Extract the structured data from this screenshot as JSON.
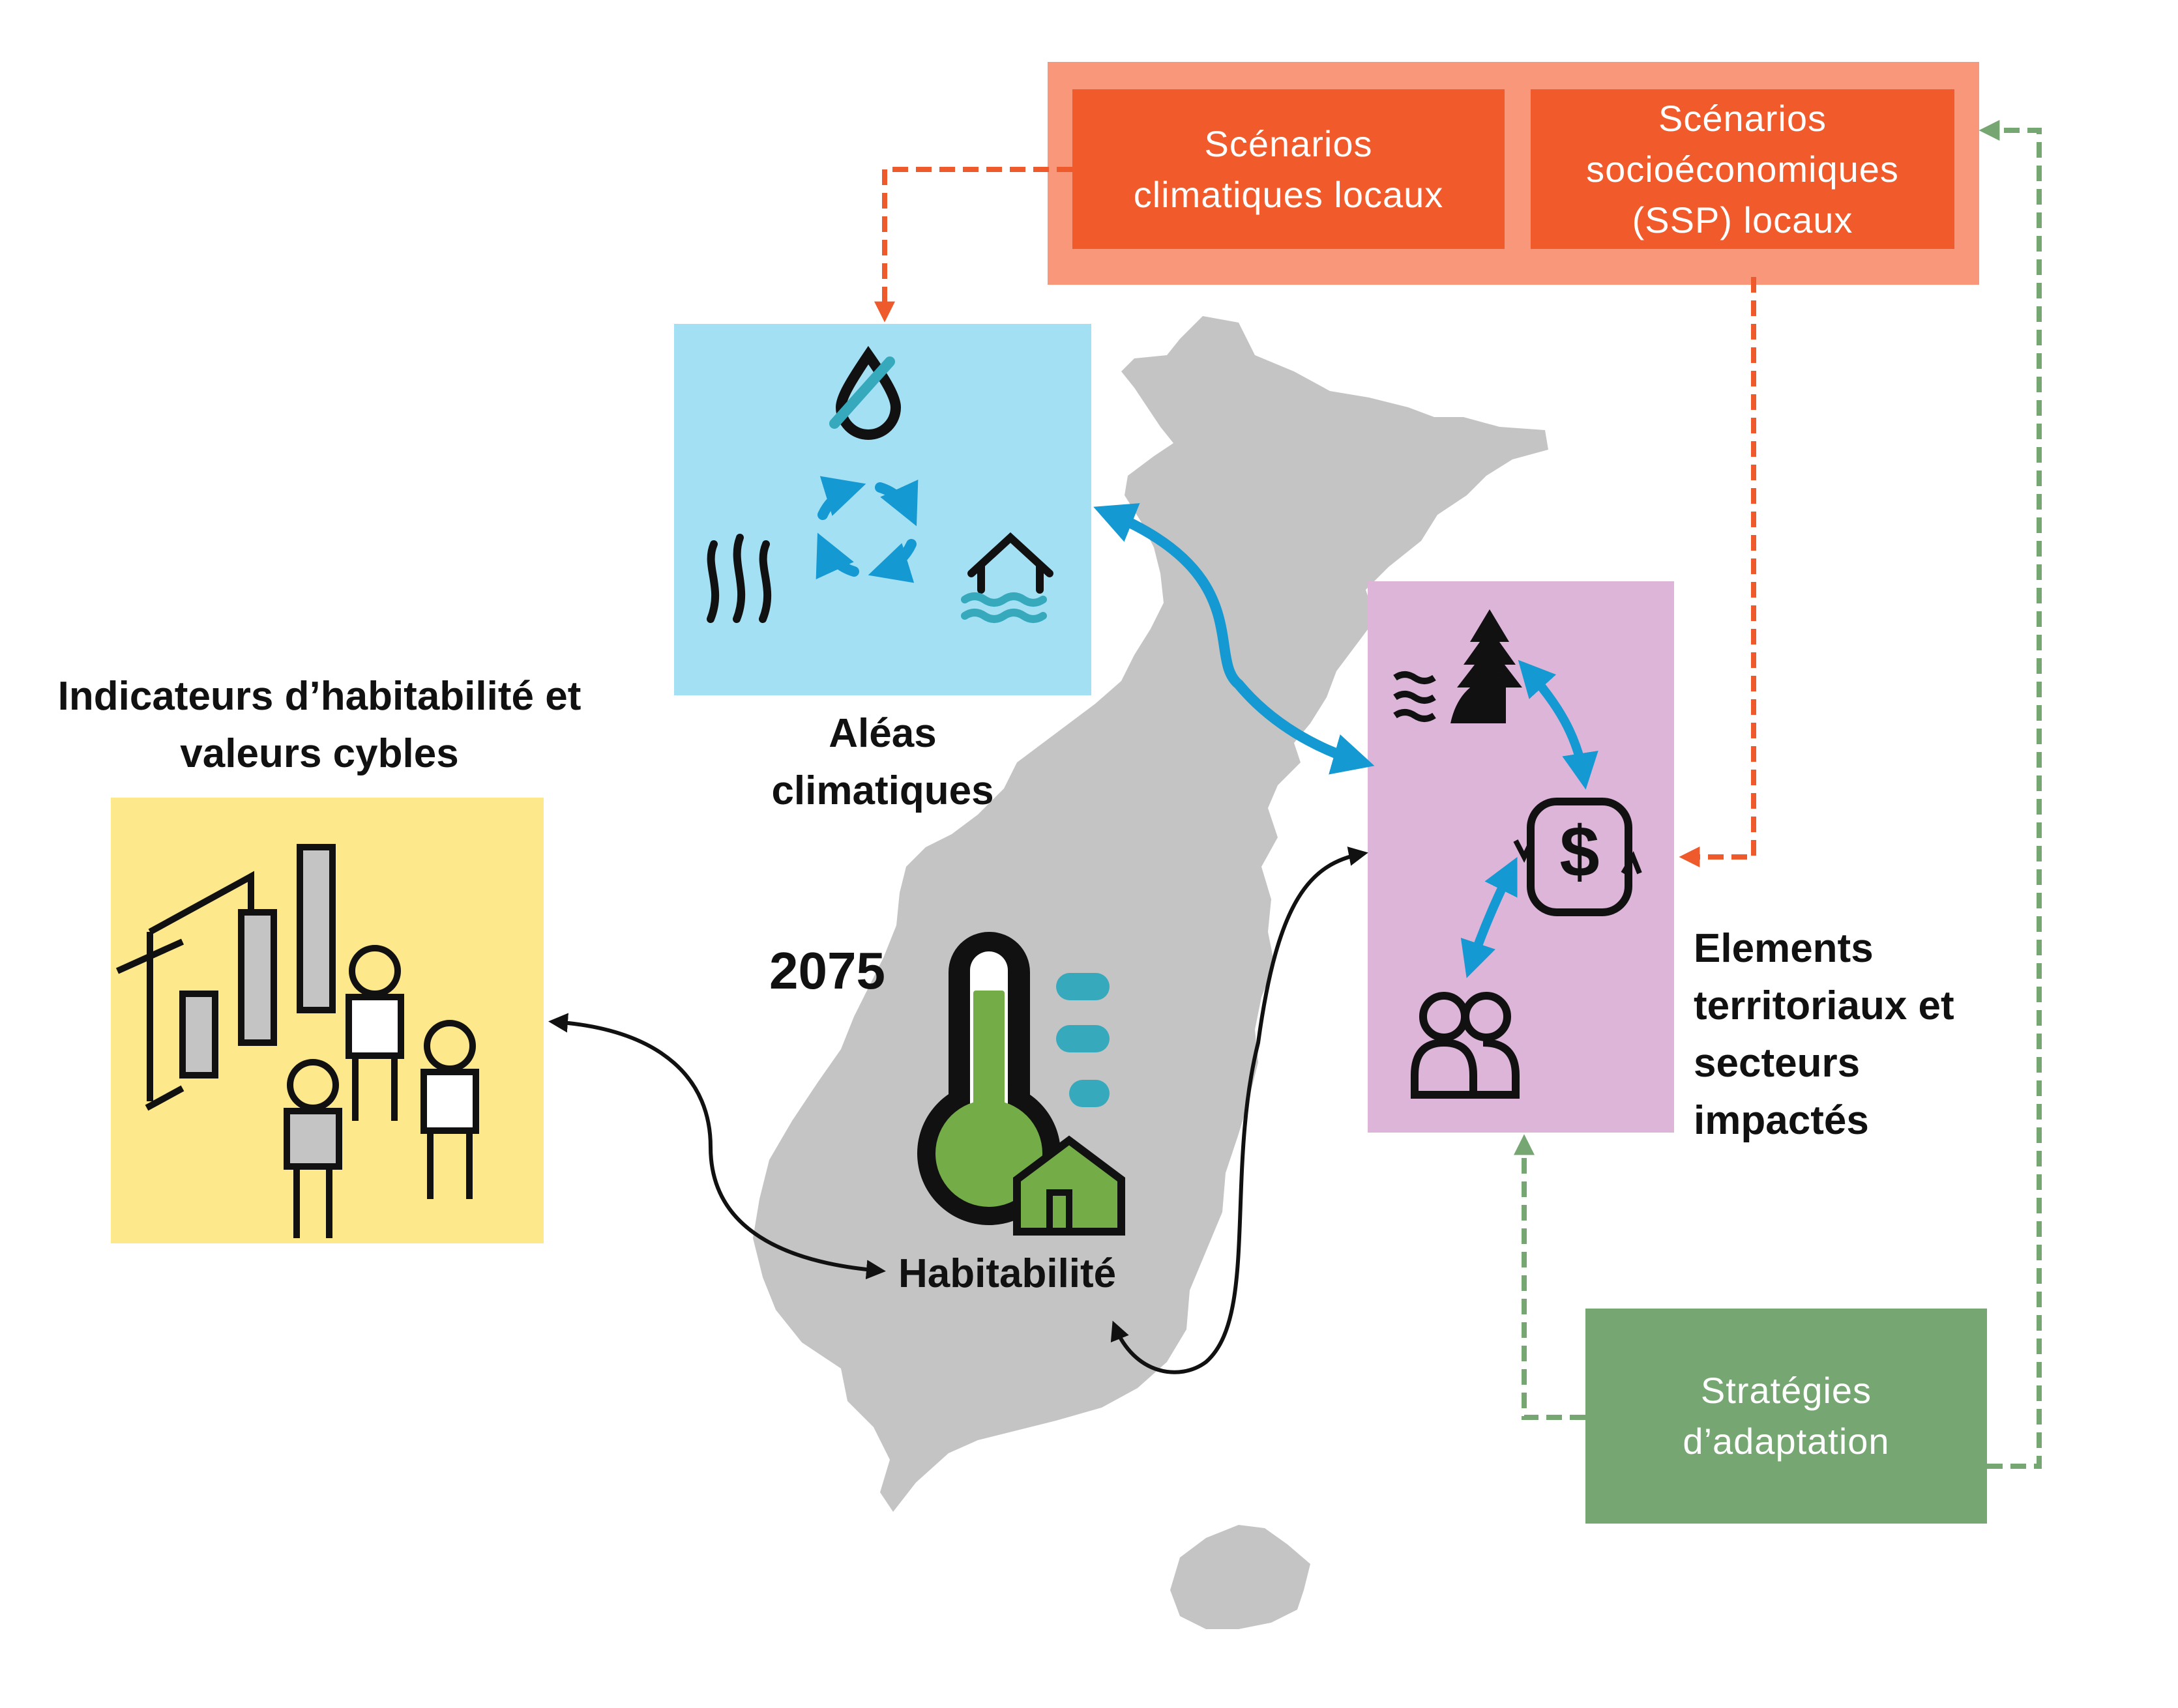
{
  "scenarios": {
    "climate_label": "Scénarios\nclimatiques locaux",
    "socio_label": "Scénarios\nsocioéconomiques\n(SSP) locaux"
  },
  "hazards": {
    "label": "Aléas\nclimatiques"
  },
  "indicators": {
    "label": "Indicateurs d’habitabilité et\nvaleurs cybles"
  },
  "habitability": {
    "year": "2075",
    "label": "Habitabilité"
  },
  "impacts": {
    "label": "Elements\nterritoriaux et\nsecteurs\nimpactés"
  },
  "adaptation": {
    "label": "Stratégies\nd’adaptation"
  },
  "colors": {
    "scenario_outer": "#f9977a",
    "scenario_inner": "#f15a2b",
    "hazard_box": "#a4e0f3",
    "impact_box": "#dcb5d9",
    "indicator_box": "#fde98b",
    "adaptation_box": "#76a773",
    "map_gray": "#c4c4c4",
    "blue_arrow": "#1599d3",
    "orange_dash": "#ee5a2c",
    "green_dash": "#76a773",
    "thermo_green": "#74ad47",
    "teal": "#36a9bd"
  }
}
